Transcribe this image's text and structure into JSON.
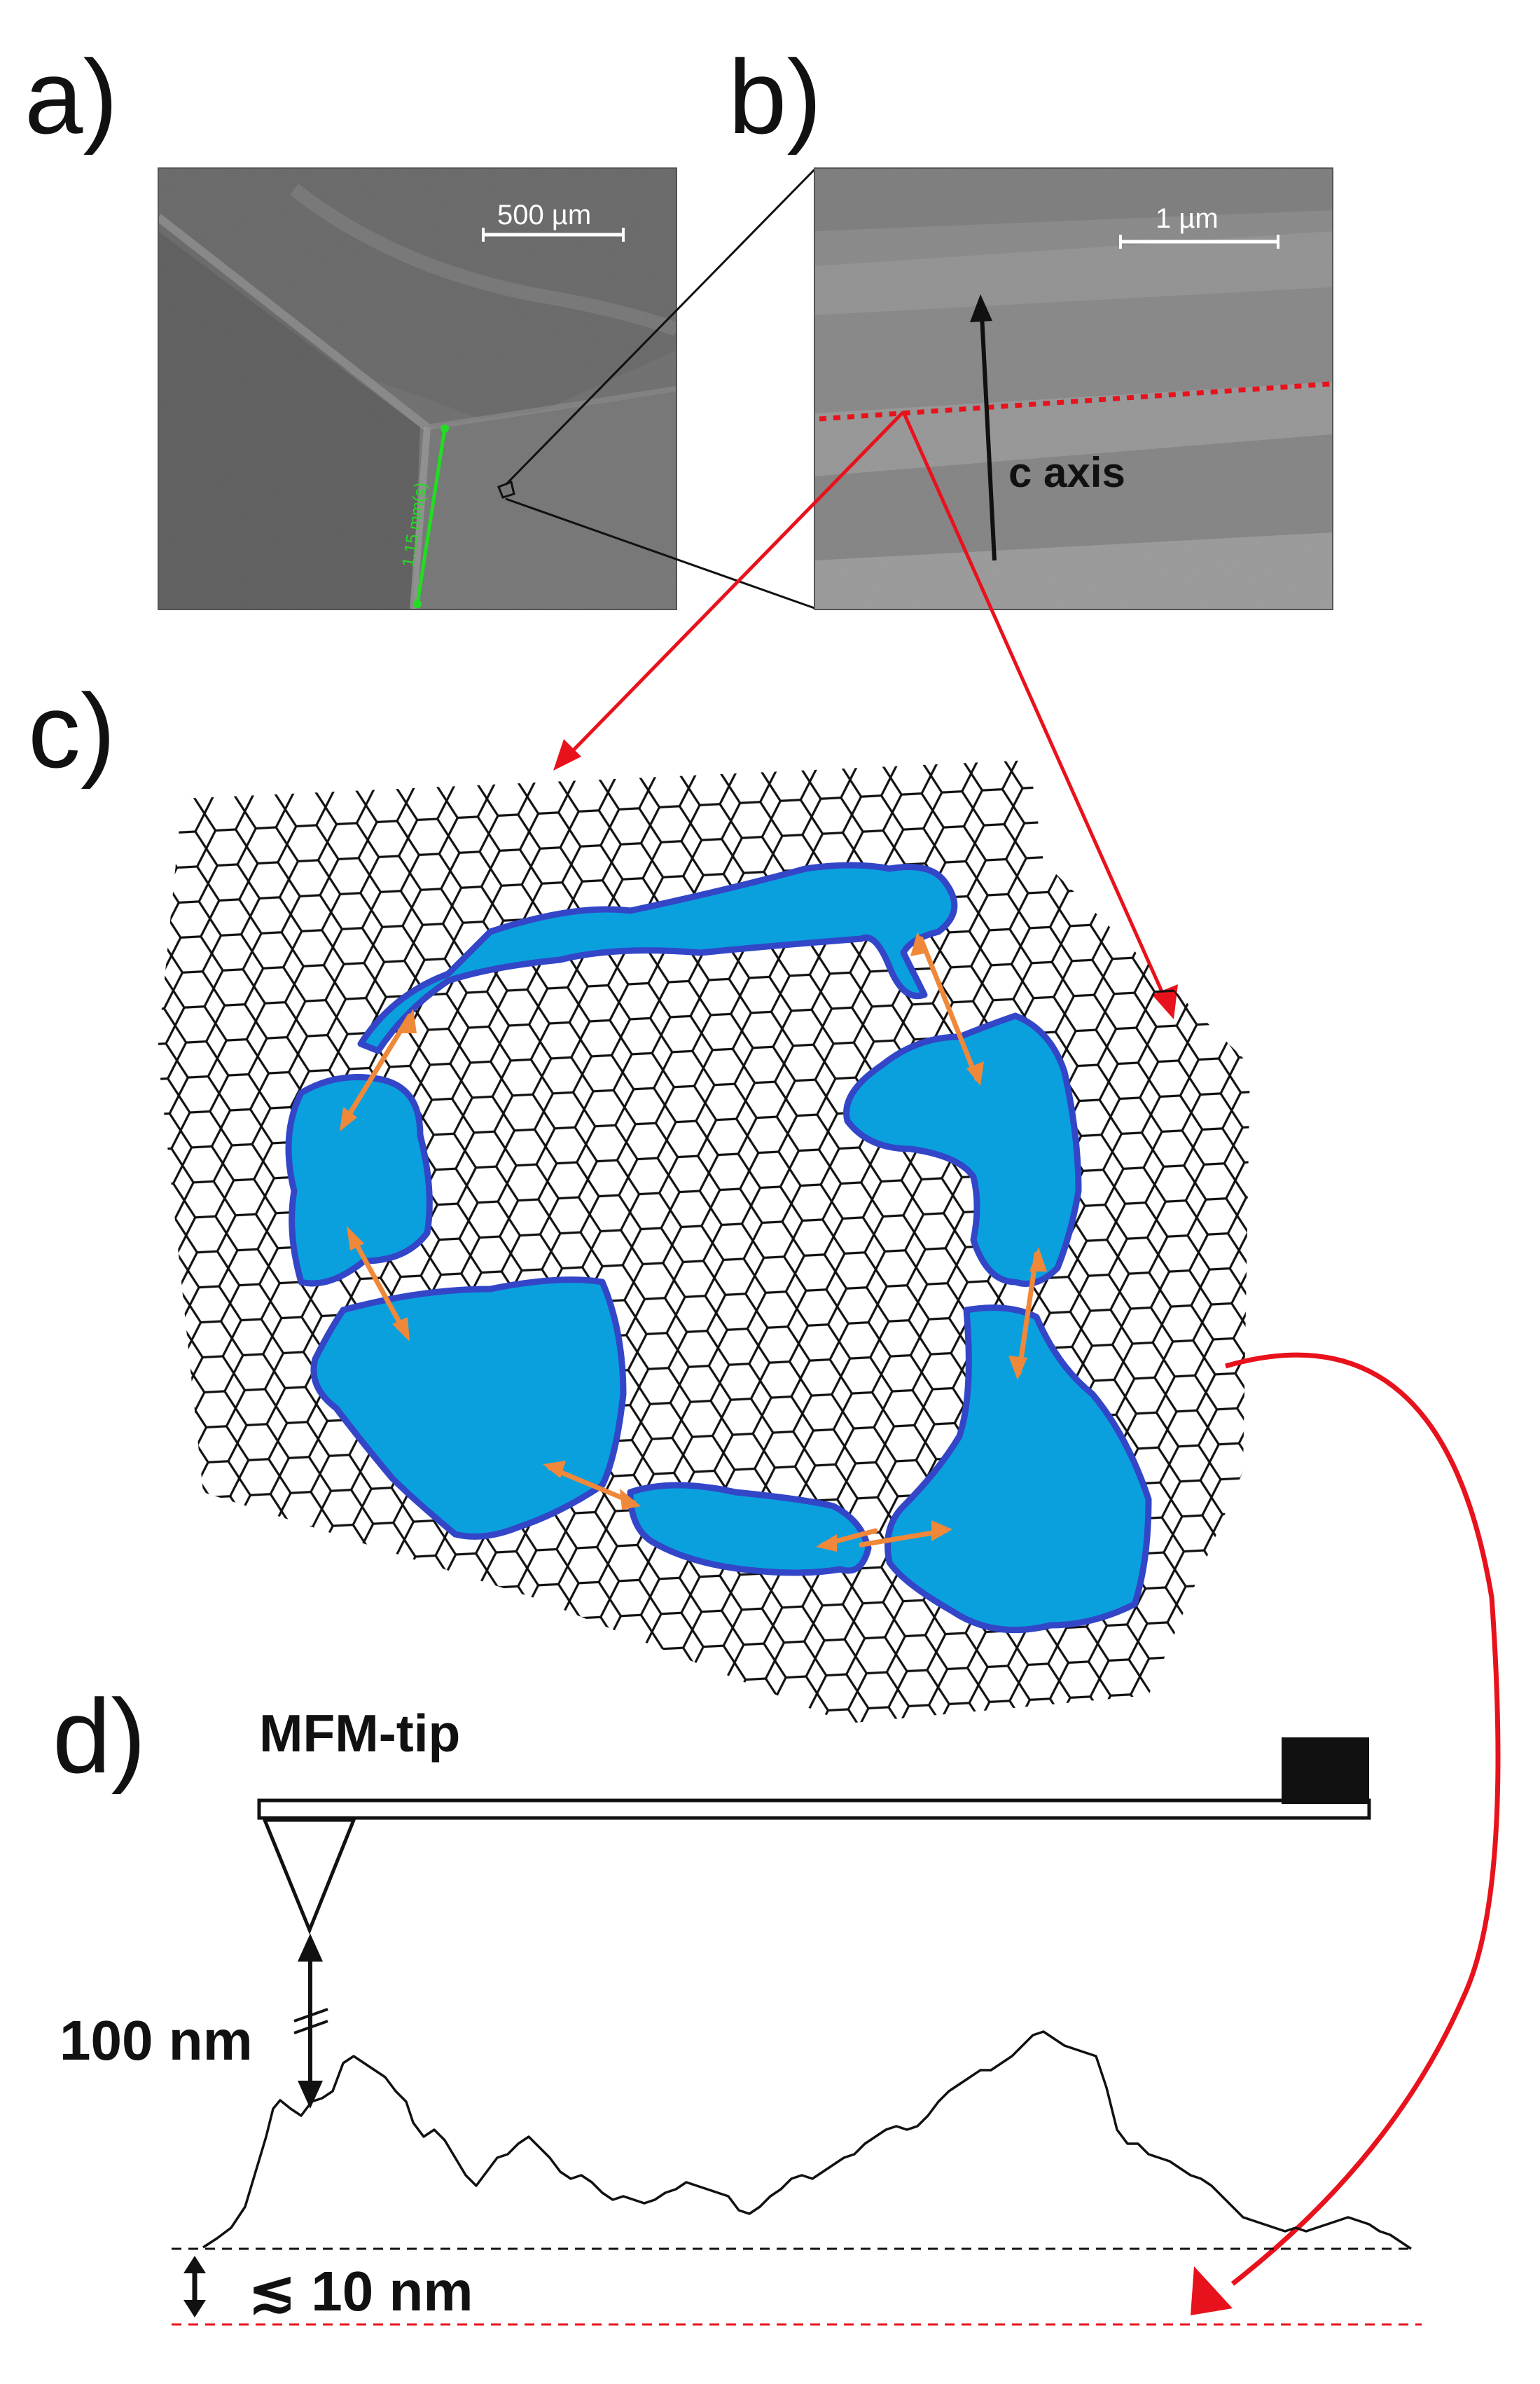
{
  "panels": {
    "a": {
      "label": "a)",
      "scale_bar": "500 µm",
      "measurement": "1.15 mm(s)"
    },
    "b": {
      "label": "b)",
      "scale_bar": "1 µm",
      "axis_label": "c axis"
    },
    "c": {
      "label": "c)"
    },
    "d": {
      "label": "d)",
      "tip_label": "MFM-tip",
      "distance_label": "100 nm",
      "roughness_label": "≲ 10 nm"
    }
  },
  "colors": {
    "grain_fill": "#0aa0dd",
    "grain_outline": "#3346c8",
    "coupling_arrow": "#f0883a",
    "pointer_arrow": "#e8121c",
    "sem_a": "#5a5a5a",
    "sem_b": "#8c8c8c"
  }
}
